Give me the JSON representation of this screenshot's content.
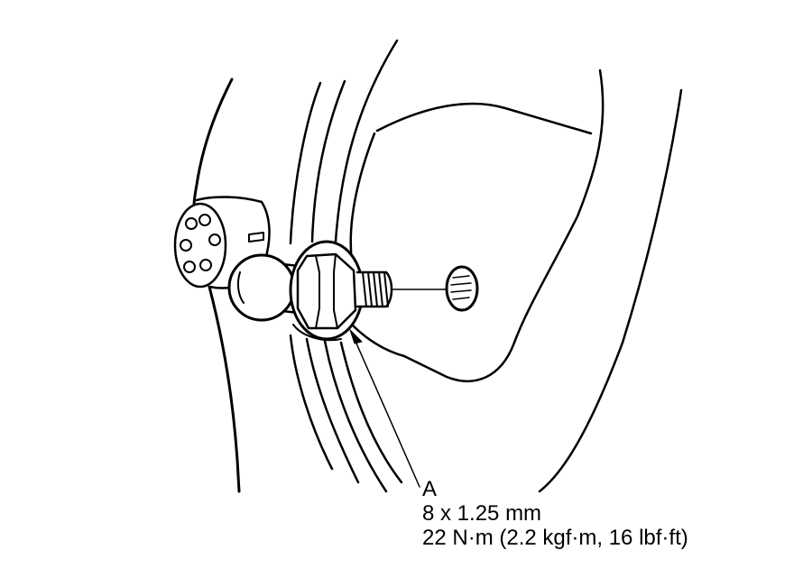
{
  "callout": {
    "letter": "A",
    "size": "8 x 1.25 mm",
    "torque": "22 N·m (2.2 kgf·m, 16 lbf·ft)"
  },
  "colors": {
    "line": "#000000",
    "background": "#ffffff"
  }
}
